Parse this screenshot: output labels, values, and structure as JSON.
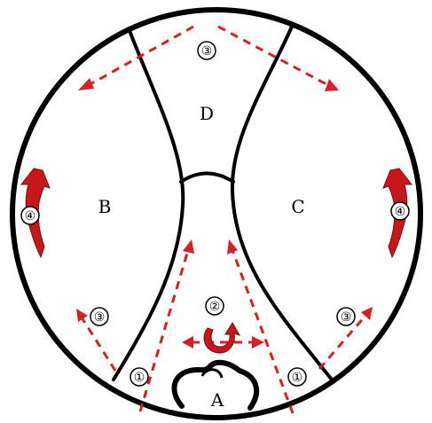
{
  "regions": {
    "a": "A",
    "b": "B",
    "c": "C",
    "d": "D"
  },
  "markers": {
    "m1_left": "①",
    "m1_right": "①",
    "m2": "②",
    "m3_top": "③",
    "m3_left": "③",
    "m3_right": "③",
    "m4_left": "④",
    "m4_right": "④"
  },
  "colors": {
    "outline": "#000000",
    "arrow": "#d61f26",
    "rotation_arrow": "#c8161d"
  }
}
